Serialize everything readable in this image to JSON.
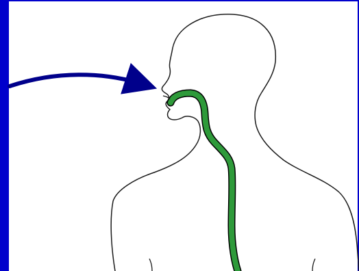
{
  "colors": {
    "frame": "#0000cc",
    "arrow": "#00008b",
    "tube_fill": "#2e9a3a",
    "tube_outline": "#000000",
    "body_outline": "#1a1a1a",
    "background": "#ffffff"
  },
  "diagram": {
    "subject": "human-silhouette-side-view",
    "highlighted_structure": "green-tube",
    "pointer": "arrow-into-mouth"
  }
}
